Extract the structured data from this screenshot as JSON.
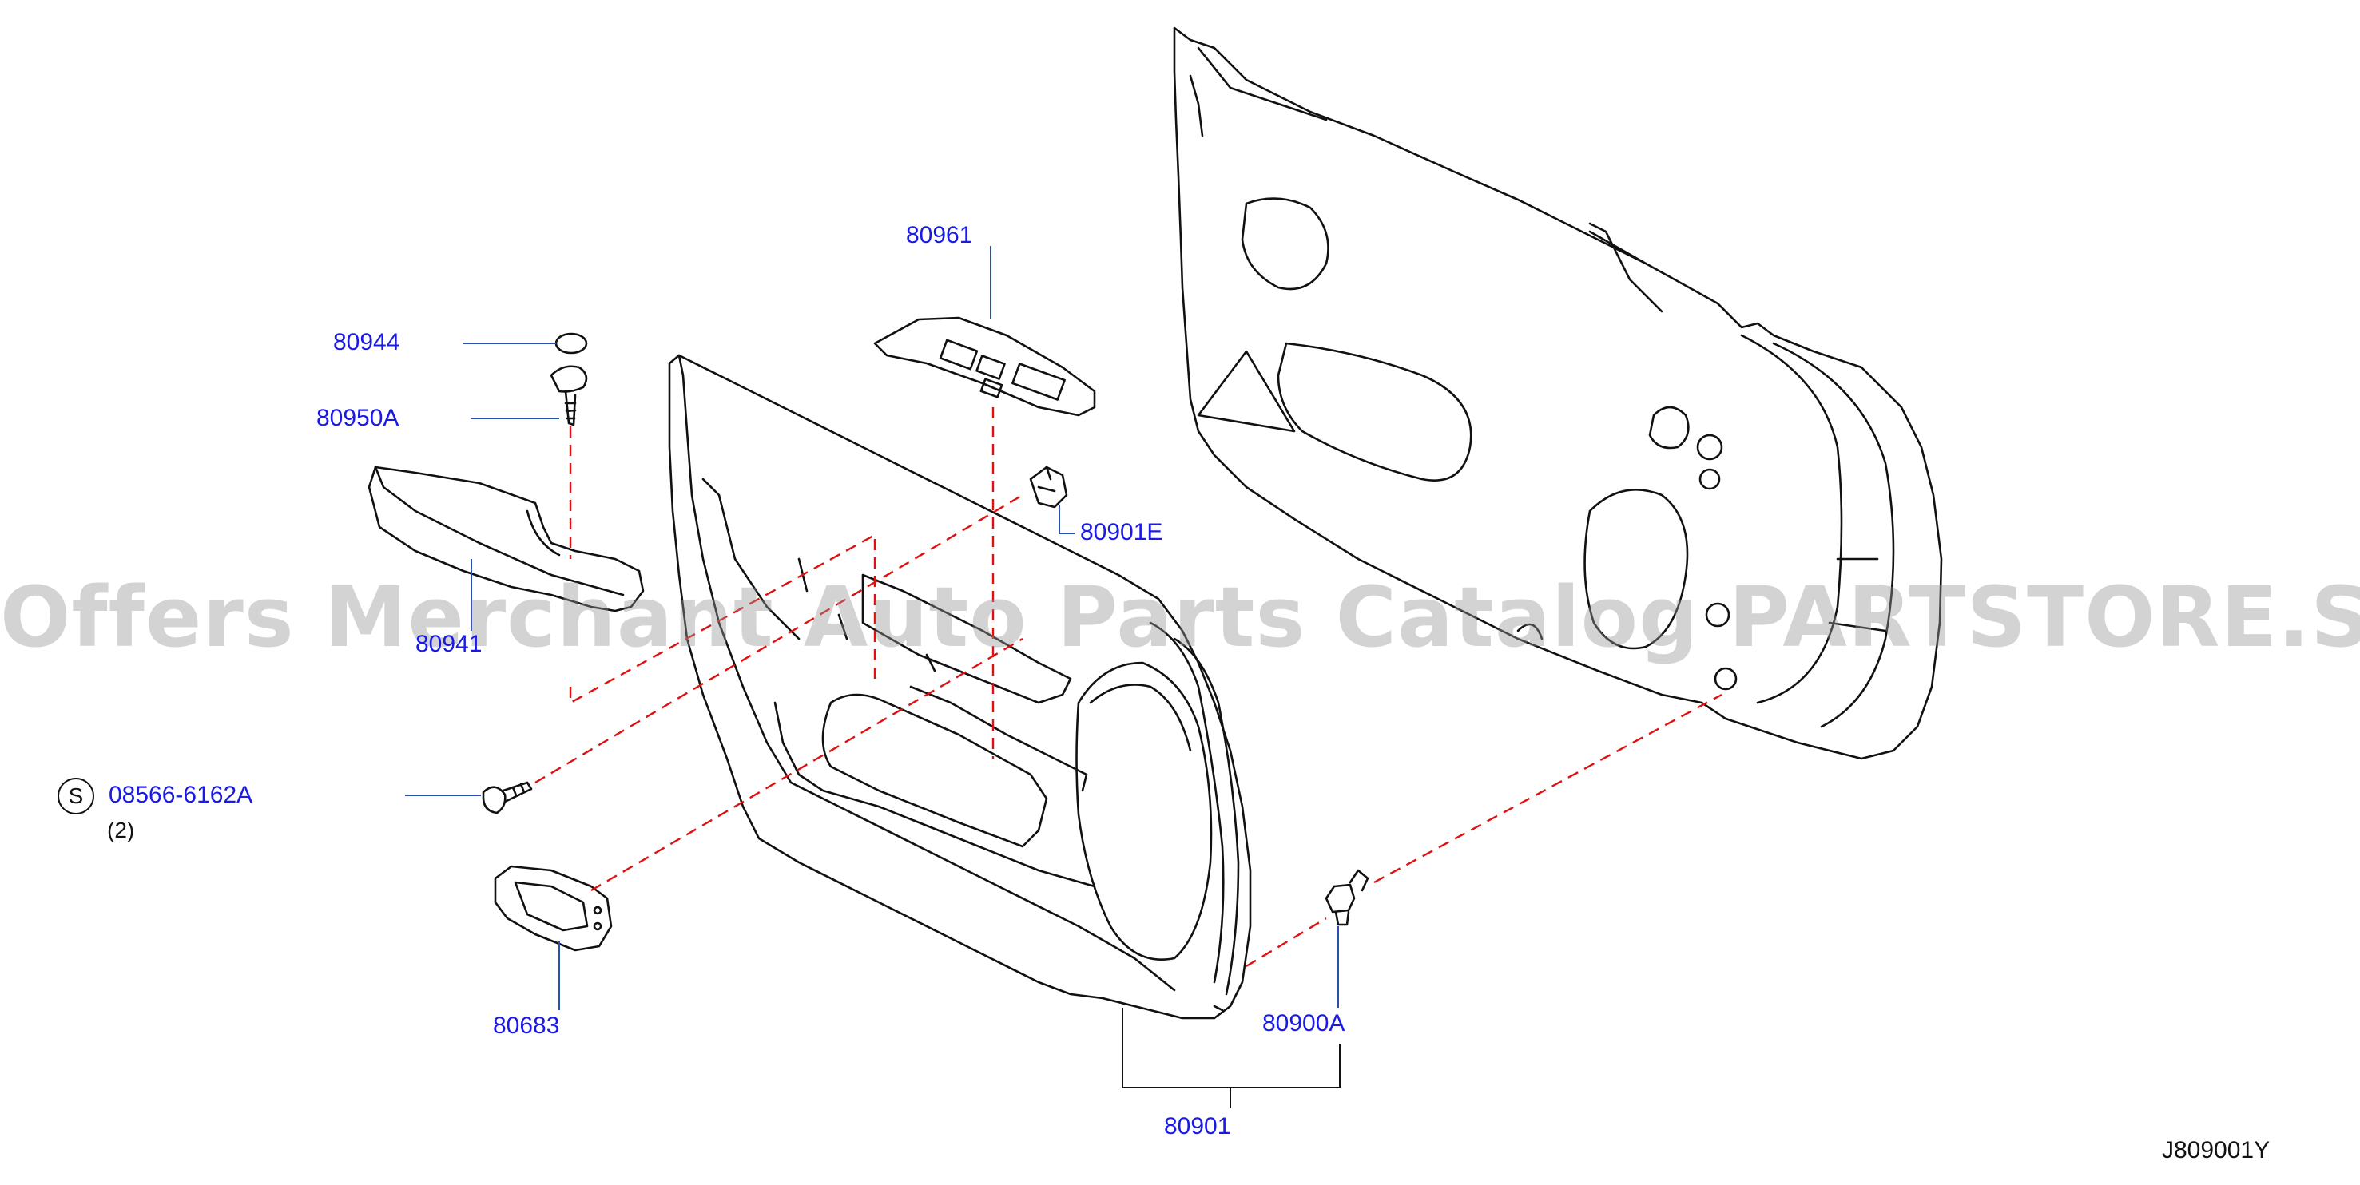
{
  "watermark": "Offers Merchant Auto Parts Catalog PARTSTORE.SA",
  "drawing_code": "J809001Y",
  "colors": {
    "part_label": "#1a1ae6",
    "leader": "#2b4fb0",
    "dash": "#e01010",
    "line": "#111111"
  },
  "labels": {
    "p80961": "80961",
    "p80944": "80944",
    "p80950A": "80950A",
    "p80901E": "80901E",
    "p80941": "80941",
    "p08566": "08566-6162A",
    "p08566_qty": "(2)",
    "p08566_prefix": "S",
    "p80683": "80683",
    "p80900A": "80900A",
    "p80901": "80901"
  }
}
